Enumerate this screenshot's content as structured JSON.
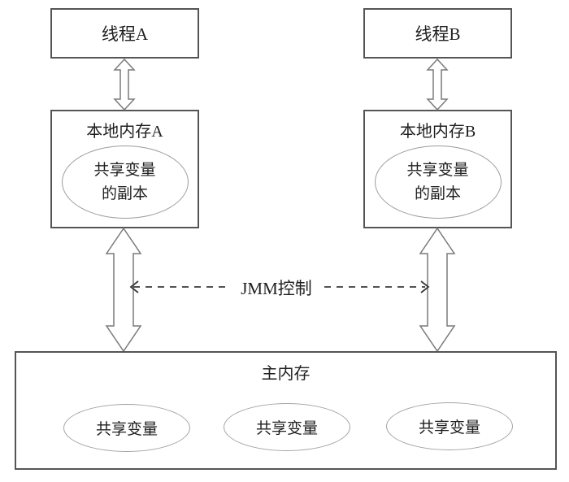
{
  "diagram": {
    "threads": [
      {
        "label": "线程A"
      },
      {
        "label": "线程B"
      }
    ],
    "local_memories": [
      {
        "label": "本地内存A",
        "copy_line1": "共享变量",
        "copy_line2": "的副本"
      },
      {
        "label": "本地内存B",
        "copy_line1": "共享变量",
        "copy_line2": "的副本"
      }
    ],
    "jmm_control": {
      "label": "JMM控制"
    },
    "main_memory": {
      "label": "主内存",
      "shared_variables": [
        "共享变量",
        "共享变量",
        "共享变量"
      ]
    },
    "colors": {
      "box_border": "#555555",
      "ellipse_border": "#9c9c9c",
      "arrow_stroke": "#7a7a7a",
      "dashed_arrow": "#3a3a3a",
      "text": "#1f1f1f",
      "background": "#ffffff"
    }
  }
}
